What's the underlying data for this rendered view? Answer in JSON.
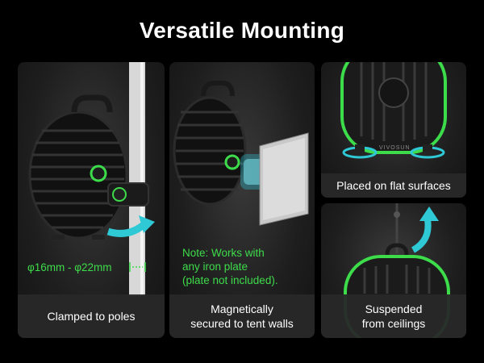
{
  "title": "Versatile Mounting",
  "panels": {
    "poles": {
      "caption": "Clamped to poles",
      "size_label": "φ16mm - φ22mm"
    },
    "magnetic": {
      "caption_line1": "Magnetically",
      "caption_line2": "secured to tent walls",
      "note_line1": "Note: Works with",
      "note_line2": "any iron plate",
      "note_line3": "(plate not included)."
    },
    "flat": {
      "caption": "Placed on flat surfaces",
      "brand": "VIVOSUN"
    },
    "ceiling": {
      "caption_line1": "Suspended",
      "caption_line2": "from ceilings"
    }
  },
  "colors": {
    "accent_green": "#3ddc4a",
    "arrow_blue": "#2fc9d6",
    "caption_bg": "#282828"
  }
}
